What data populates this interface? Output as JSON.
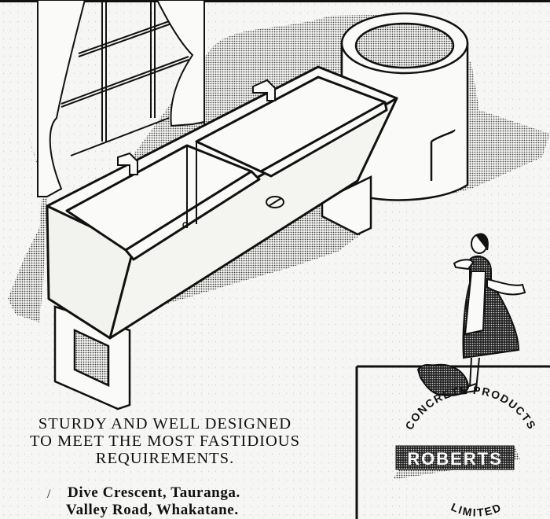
{
  "advertisement": {
    "slogan": [
      "STURDY AND WELL DESIGNED",
      "TO MEET THE MOST FASTIDIOUS",
      "REQUIREMENTS."
    ],
    "addresses": [
      "Dive Crescent, Tauranga.",
      "Valley Road, Whakatane."
    ],
    "logo": {
      "brand": "ROBERTS",
      "arc_text": "CONCRETE PRODUCTS",
      "bottom_text": "LIMITED"
    },
    "stray_mark": "/",
    "illustration_items": [
      "window-with-curtains",
      "double-concrete-wash-tub",
      "round-copper-boiler",
      "woman-in-apron",
      "cat"
    ]
  }
}
